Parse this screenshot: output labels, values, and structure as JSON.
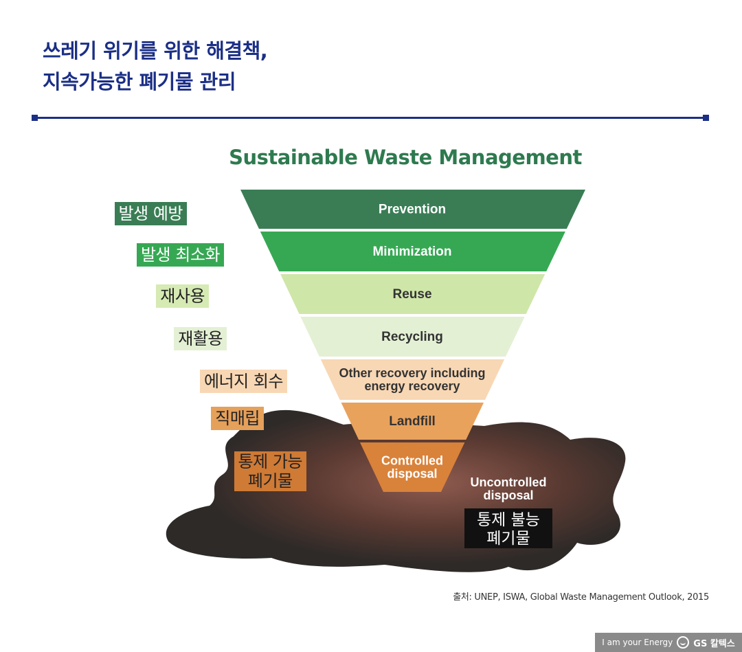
{
  "header": {
    "title_line1": "쓰레기 위기를 위한 해결책,",
    "title_line2": "지속가능한 폐기물 관리"
  },
  "diagram": {
    "title": "Sustainable Waste Management",
    "tiers": [
      {
        "en_lines": [
          "Prevention"
        ],
        "kr_lines": [
          "발생 예방"
        ],
        "color": "#3a7d55",
        "text_color": "#ffffff",
        "kr_bg": "#3a7d55",
        "kr_color": "#ffffff"
      },
      {
        "en_lines": [
          "Minimization"
        ],
        "kr_lines": [
          "발생 최소화"
        ],
        "color": "#36a853",
        "text_color": "#ffffff",
        "kr_bg": "#36a853",
        "kr_color": "#ffffff"
      },
      {
        "en_lines": [
          "Reuse"
        ],
        "kr_lines": [
          "재사용"
        ],
        "color": "#cfe6a9",
        "text_color": "#333333",
        "kr_bg": "#d6eab4",
        "kr_color": "#222222"
      },
      {
        "en_lines": [
          "Recycling"
        ],
        "kr_lines": [
          "재활용"
        ],
        "color": "#e4f0d4",
        "text_color": "#333333",
        "kr_bg": "#e4f0d4",
        "kr_color": "#222222"
      },
      {
        "en_lines": [
          "Other recovery including",
          "energy recovery"
        ],
        "kr_lines": [
          "에너지 회수"
        ],
        "color": "#f8d7b4",
        "text_color": "#333333",
        "kr_bg": "#f8d7b4",
        "kr_color": "#222222"
      },
      {
        "en_lines": [
          "Landfill"
        ],
        "kr_lines": [
          "직매립"
        ],
        "color": "#e9a25c",
        "text_color": "#333333",
        "kr_bg": "#e5a05a",
        "kr_color": "#222222"
      },
      {
        "en_lines": [
          "Controlled",
          "disposal"
        ],
        "kr_lines": [
          "통제 가능",
          "폐기물"
        ],
        "color": "#d9823a",
        "text_color": "#ffffff",
        "kr_bg": "#cf7a35",
        "kr_color": "#222222"
      }
    ],
    "uncontrolled": {
      "en_lines": [
        "Uncontrolled",
        "disposal"
      ],
      "kr_lines": [
        "통제 불능",
        "폐기물"
      ],
      "color": "#2e2a28",
      "glow": "#8f5b4f"
    }
  },
  "source": "출처: UNEP, ISWA, Global Waste Management Outlook, 2015",
  "brand": {
    "tagline": "I am your Energy",
    "logo_icon": "gs-logo-icon",
    "name": "GS 칼텍스"
  }
}
